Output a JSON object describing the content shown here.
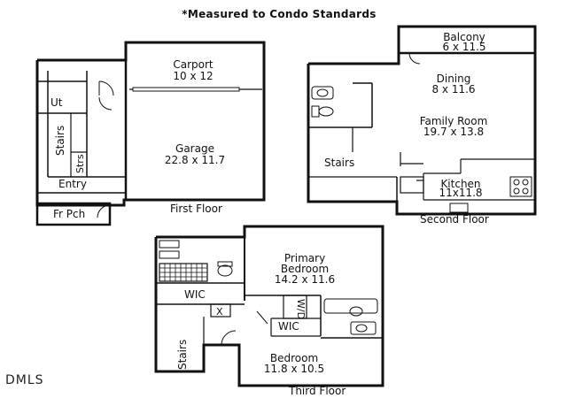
{
  "note": "*Measured to Condo Standards",
  "watermark": "DMLS",
  "floors": {
    "first": {
      "name": "First Floor",
      "rooms": {
        "carport_name": "Carport",
        "carport_dims": "10 x 12",
        "garage_name": "Garage",
        "garage_dims": "22.8 x 11.7",
        "ut": "Ut",
        "stairs": "Stairs",
        "strs": "Strs",
        "entry": "Entry",
        "fr_pch": "Fr Pch"
      }
    },
    "second": {
      "name": "Second Floor",
      "rooms": {
        "balcony_name": "Balcony",
        "balcony_dims": "6 x 11.5",
        "dining_name": "Dining",
        "dining_dims": "8 x 11.6",
        "family_name": "Family Room",
        "family_dims": "19.7 x 13.8",
        "stairs": "Stairs",
        "kitchen_name": "Kitchen",
        "kitchen_dims": "11x11.8"
      }
    },
    "third": {
      "name": "Third Floor",
      "rooms": {
        "primary_name_1": "Primary",
        "primary_name_2": "Bedroom",
        "primary_dims": "14.2 x 11.6",
        "wic_1": "WIC",
        "wic_2": "WIC",
        "wd": "W/D",
        "x": "X",
        "stairs": "Stairs",
        "bedroom_name": "Bedroom",
        "bedroom_dims": "11.8 x 10.5"
      }
    }
  }
}
